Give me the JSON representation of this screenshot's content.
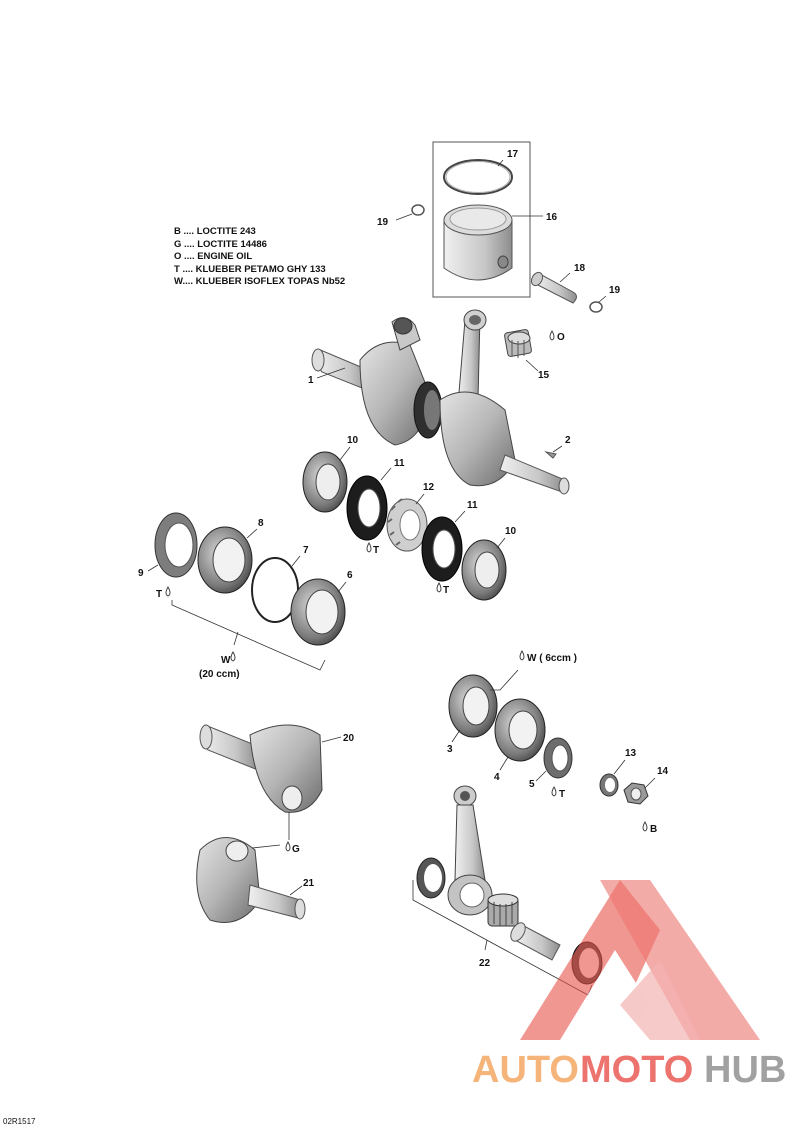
{
  "legend": {
    "items": [
      "B .... LOCTITE 243",
      "G .... LOCTITE 14486",
      "O .... ENGINE OIL",
      "T .... KLUEBER PETAMO GHY 133",
      "W.... KLUEBER ISOFLEX TOPAS Nb52"
    ]
  },
  "callouts": {
    "c1": "1",
    "c2": "2",
    "c3": "3",
    "c4": "4",
    "c5": "5",
    "c6": "6",
    "c7": "7",
    "c8": "8",
    "c9": "9",
    "c10a": "10",
    "c10b": "10",
    "c11a": "11",
    "c11b": "11",
    "c12": "12",
    "c13": "13",
    "c14": "14",
    "c15": "15",
    "c16": "16",
    "c17": "17",
    "c18": "18",
    "c19a": "19",
    "c19b": "19",
    "c20": "20",
    "c21": "21",
    "c22": "22"
  },
  "lube": {
    "o15": "O",
    "t11a": "T",
    "t11b": "T",
    "t9": "T",
    "w_group": "W",
    "w_group_qty": "(20 ccm)",
    "w_top": "W ( 6ccm )",
    "t5": "T",
    "b14": "B",
    "g20": "G"
  },
  "watermark": {
    "auto": "AUTO",
    "moto": "MOTO",
    "hub": "HUB"
  },
  "colors": {
    "watermark_red": "#e8514a",
    "watermark_orange": "#f3a25a",
    "watermark_gray": "#8a8a8a"
  },
  "reference": "02R1517"
}
